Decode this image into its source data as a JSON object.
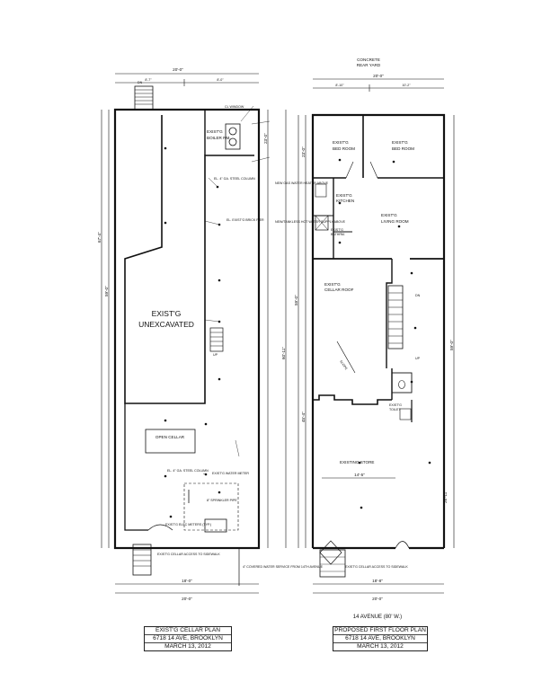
{
  "site": {
    "rear_yard": [
      "CONCRETE",
      "REAR YARD"
    ],
    "street": "14 AVENUE (80' W.)"
  },
  "cellar_plan": {
    "dims": {
      "top_total": "20'-0\"",
      "top_left": "8'-7\"",
      "top_right": "8'-0\"",
      "bottom_total": "20'-0\"",
      "bottom_sub": "18'-0\"",
      "side_total": "67'-4\"",
      "side_main": "59'-0\"",
      "side_right_upper": "23'-0\"",
      "side_right_mid": "60'-11\""
    },
    "rooms": {
      "unexcavated": [
        "EXIST'G",
        "UNEXCAVATED"
      ],
      "boiler": [
        "EXIST'G",
        "BOILER RM."
      ],
      "open_cellar": "OPEN CELLAR"
    },
    "notes": {
      "cl_window": "CL WINDOW",
      "steel_column": "EL. 4\" GA. STEEL COLUMN",
      "brick_pier": "EL. EXIST'G BRICK PIER",
      "water_meter": "EXIST'G WATER METER",
      "gas_meters": "EXIST'G ELEC METERS (TYP.)",
      "cellar_access": "EXIST'G CELLAR ACCESS TO SIDEWALK",
      "water_service": "4\" COVERED WATER SERVICE FROM 14TH AVENUE",
      "sprinkler": "8\" SPRINKLER PIPE",
      "up": "UP",
      "dn": "DN"
    },
    "title": {
      "name": "EXIST'G CELLAR PLAN",
      "address": "6718 14 AVE, BROOKLYN",
      "date": "MARCH 13, 2012"
    }
  },
  "first_floor_plan": {
    "dims": {
      "top_total": "20'-0\"",
      "top_left": "8'-10\"",
      "top_right": "10'-2\"",
      "bottom_total": "20'-0\"",
      "bottom_sub": "18'-8\"",
      "side_left_upper": "23'-0\"",
      "side_left_mid": "59'-0\"",
      "side_left_lower": "45'-4\"",
      "side_right": "59'-0\"",
      "store_width": "14'-5\"",
      "side_right_lower": "26'-11\""
    },
    "rooms": {
      "bed1": [
        "EXIST'G",
        "BED ROOM"
      ],
      "bed2": [
        "EXIST'G",
        "BED ROOM"
      ],
      "kitchen": [
        "EXIST'G",
        "KITCHEN"
      ],
      "living": [
        "EXIST'G",
        "LIVING ROOM"
      ],
      "bath": [
        "EXIST'G",
        "BATHRM."
      ],
      "cellar_roof": [
        "EXIST'G",
        "CELLAR ROOF"
      ],
      "toilet": [
        "EXIST'G",
        "TOILET"
      ],
      "store": "EXISTING STORE"
    },
    "notes": {
      "slope": "SLOPE",
      "up": "UP",
      "dn": "DN",
      "cellar_access": "EXIST'G CELLAR ACCESS TO SIDEWALK",
      "water_heater": "NEW GAS WATER HEATER ABOVE",
      "hot_water": "NEW/TANKLESS HOT WATER SUPPLY ABOVE"
    },
    "title": {
      "name": "PROPOSED FIRST FLOOR PLAN",
      "address": "6718 14 AVE, BROOKLYN",
      "date": "MARCH 13, 2012"
    }
  }
}
